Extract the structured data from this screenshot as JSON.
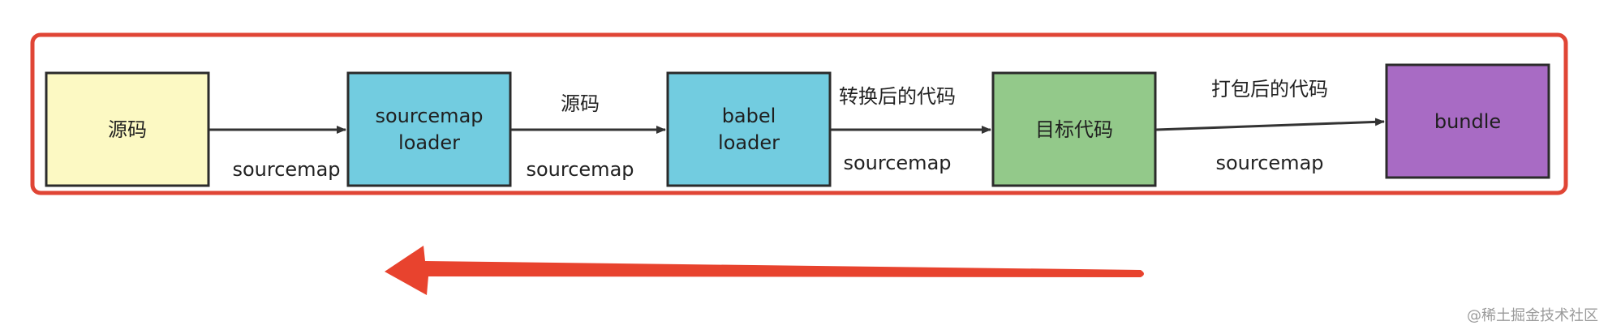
{
  "nodes": {
    "source": {
      "label": "源码",
      "fill": "#FCF9C3"
    },
    "sourcemap_loader": {
      "line1": "sourcemap",
      "line2": "loader",
      "fill": "#72CCE0"
    },
    "babel_loader": {
      "line1": "babel",
      "line2": "loader",
      "fill": "#72CCE0"
    },
    "target": {
      "label": "目标代码",
      "fill": "#93C98A"
    },
    "bundle": {
      "label": "bundle",
      "fill": "#A86BC4"
    }
  },
  "edges": {
    "edge1": {
      "bottom": "sourcemap"
    },
    "edge2": {
      "top": "源码",
      "bottom": "sourcemap"
    },
    "edge3": {
      "top": "转换后的代码",
      "bottom": "sourcemap"
    },
    "edge4": {
      "top": "打包后的代码",
      "bottom": "sourcemap"
    }
  },
  "colors": {
    "frame": "#E04535",
    "return_arrow": "#E8432E",
    "stroke": "#2b2b2b",
    "edge": "#333333"
  },
  "watermark": "@稀土掘金技术社区"
}
